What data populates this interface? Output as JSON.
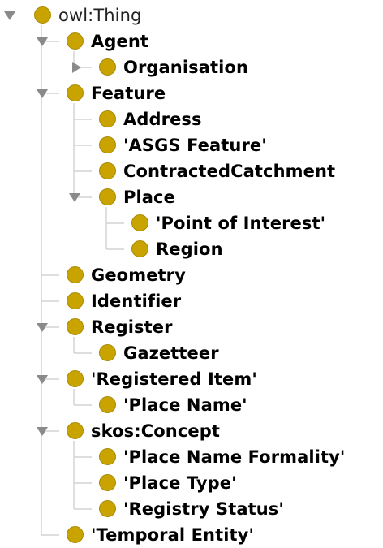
{
  "tree": {
    "nodes": [
      {
        "label": "owl:Thing",
        "depth": 0,
        "toggle": "expanded",
        "bold": false,
        "last": true
      },
      {
        "label": "Agent",
        "depth": 1,
        "toggle": "expanded",
        "bold": true,
        "last": false
      },
      {
        "label": "Organisation",
        "depth": 2,
        "toggle": "collapsed",
        "bold": true,
        "last": true
      },
      {
        "label": "Feature",
        "depth": 1,
        "toggle": "expanded",
        "bold": true,
        "last": false
      },
      {
        "label": "Address",
        "depth": 2,
        "toggle": "none",
        "bold": true,
        "last": false
      },
      {
        "label": "'ASGS Feature'",
        "depth": 2,
        "toggle": "none",
        "bold": true,
        "last": false
      },
      {
        "label": "ContractedCatchment",
        "depth": 2,
        "toggle": "none",
        "bold": true,
        "last": false
      },
      {
        "label": "Place",
        "depth": 2,
        "toggle": "expanded",
        "bold": true,
        "last": true
      },
      {
        "label": "'Point of Interest'",
        "depth": 3,
        "toggle": "none",
        "bold": true,
        "last": false
      },
      {
        "label": "Region",
        "depth": 3,
        "toggle": "none",
        "bold": true,
        "last": true
      },
      {
        "label": "Geometry",
        "depth": 1,
        "toggle": "none",
        "bold": true,
        "last": false
      },
      {
        "label": "Identifier",
        "depth": 1,
        "toggle": "none",
        "bold": true,
        "last": false
      },
      {
        "label": "Register",
        "depth": 1,
        "toggle": "expanded",
        "bold": true,
        "last": false
      },
      {
        "label": "Gazetteer",
        "depth": 2,
        "toggle": "none",
        "bold": true,
        "last": true
      },
      {
        "label": "'Registered Item'",
        "depth": 1,
        "toggle": "expanded",
        "bold": true,
        "last": false
      },
      {
        "label": "'Place Name'",
        "depth": 2,
        "toggle": "none",
        "bold": true,
        "last": true
      },
      {
        "label": "skos:Concept",
        "depth": 1,
        "toggle": "expanded",
        "bold": true,
        "last": false
      },
      {
        "label": "'Place Name Formality'",
        "depth": 2,
        "toggle": "none",
        "bold": true,
        "last": false
      },
      {
        "label": "'Place Type'",
        "depth": 2,
        "toggle": "none",
        "bold": true,
        "last": false
      },
      {
        "label": "'Registry Status'",
        "depth": 2,
        "toggle": "none",
        "bold": true,
        "last": true
      },
      {
        "label": "'Temporal Entity'",
        "depth": 1,
        "toggle": "none",
        "bold": true,
        "last": true
      }
    ]
  },
  "colors": {
    "class_icon": "#c9a300",
    "class_icon_border": "#a98a00",
    "toggle": "#8a8a8a",
    "guide_line": "#d4d4d4",
    "text": "#000000"
  },
  "icons": {
    "expanded": "triangle-down-icon",
    "collapsed": "triangle-right-icon",
    "class": "class-circle-icon"
  }
}
